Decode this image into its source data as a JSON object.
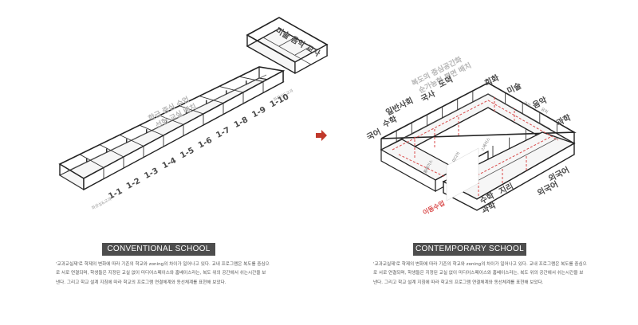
{
  "left": {
    "caption": "CONVENTIONAL SCHOOL",
    "rooms": [
      "1-1",
      "1-2",
      "1-3",
      "1-4",
      "1-5",
      "1-6",
      "1-7",
      "1-8",
      "1-9",
      "1-10"
    ],
    "annex_label": "미술 음악 교사",
    "note_line1": "학급 중심 수업",
    "note_line2": "선형 교실 배치",
    "small_label_top": "화장실&교과",
    "small_label_bottom": "화장실&교과",
    "description": "'교과교실제'로 학제의 변화에 따라 기존의 학교와 zoning의 차이가 일어나고 있다. 교내 프로그램은 복도를 중심으로 서로 연결되며, 학생들은 지정된 교실 없이 미디어스페이스와 홈베이스라는, 복도 위의 공간에서 쉬는시간을 보낸다. 그리고 학교 설계 지침에 따라 학교의 프로그램 연결체계와 동선체계를 표현해 보았다."
  },
  "right": {
    "caption": "CONTEMPORARY SCHOOL",
    "note_line1": "복도의 중심공간화",
    "note_line2": "순가능형 평면 배치",
    "labels_left": [
      "국어",
      "수학",
      "일반사회",
      "국사",
      "도덕"
    ],
    "labels_top": [
      "회화",
      "미술",
      "음악",
      "과학"
    ],
    "labels_right": [
      "외국어",
      "외국어",
      "지리",
      "수학",
      "과학"
    ],
    "top_small": [
      "공작",
      "요리"
    ],
    "inner_small": [
      "홈베이스",
      "미디어",
      "스페이스"
    ],
    "move_label": "이동수업",
    "description": "'교과교실제'로 학제의 변화에 따라 기존의 학교와 zoning의 차이가 일어나고 있다. 교내 프로그램은 복도를 중심으로 서로 연결되며, 학생들은 지정된 교실 없이 미디어스페이스와 홈베이스라는, 복도 위의 공간에서 쉬는시간을 보낸다. 그리고 학교 설계 지침에 따라 학교의 프로그램 연결체계와 동선체계를 표현해 보았다."
  },
  "colors": {
    "line": "#333333",
    "arrow": "#c0392b",
    "red": "#d94a4a",
    "caption_bg": "#4d4d4d"
  }
}
